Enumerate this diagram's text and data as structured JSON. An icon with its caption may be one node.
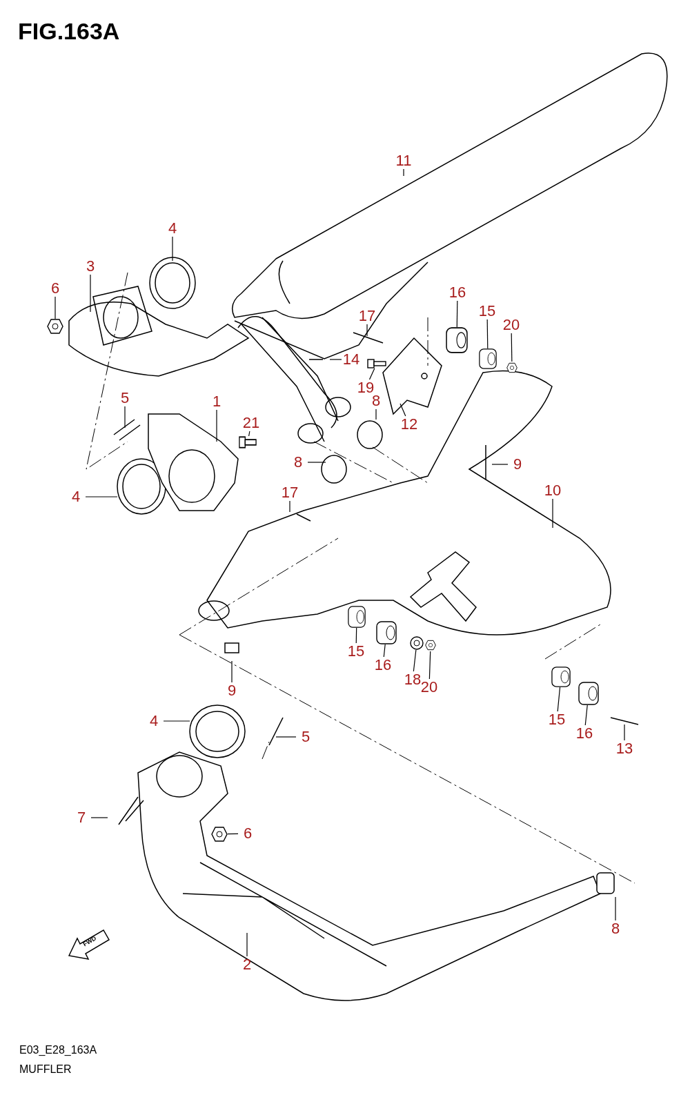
{
  "diagram": {
    "title": "FIG.163A",
    "nodes": [
      {
        "text": [
          "11"
        ]
      },
      {
        "text": [
          "4"
        ]
      },
      {
        "text": [
          "3"
        ]
      },
      {
        "text": [
          "6"
        ]
      },
      {
        "text": [
          "16"
        ]
      },
      {
        "text": [
          "15"
        ]
      },
      {
        "text": [
          "17"
        ]
      },
      {
        "text": [
          "20"
        ]
      },
      {
        "text": [
          "14"
        ]
      },
      {
        "text": [
          "19"
        ]
      },
      {
        "text": [
          "5"
        ]
      },
      {
        "text": [
          "1"
        ]
      },
      {
        "text": [
          "8"
        ]
      },
      {
        "text": [
          "12"
        ]
      },
      {
        "text": [
          "21"
        ]
      },
      {
        "text": [
          "9"
        ]
      },
      {
        "text": [
          "8"
        ]
      },
      {
        "text": [
          "4"
        ]
      },
      {
        "text": [
          "17"
        ]
      },
      {
        "text": [
          "10"
        ]
      },
      {
        "text": [
          "15"
        ]
      },
      {
        "text": [
          "16"
        ]
      },
      {
        "text": [
          "18"
        ]
      },
      {
        "text": [
          "20"
        ]
      },
      {
        "text": [
          "9"
        ]
      },
      {
        "text": [
          "4"
        ]
      },
      {
        "text": [
          "5"
        ]
      },
      {
        "text": [
          "15"
        ]
      },
      {
        "text": [
          "16"
        ]
      },
      {
        "text": [
          "13"
        ]
      },
      {
        "text": [
          "7"
        ]
      },
      {
        "text": [
          "6"
        ]
      },
      {
        "text": [
          "8"
        ]
      },
      {
        "text": [
          "2"
        ]
      },
      {
        "text": [],
        "shape": "picture"
      },
      {
        "text": [],
        "shape": "picture"
      },
      {
        "text": [],
        "shape": "picture"
      },
      {
        "text": [],
        "shape": "picture"
      },
      {
        "text": [],
        "shape": "picture"
      },
      {
        "text": [],
        "shape": "picture"
      },
      {
        "text": [],
        "shape": "picture"
      },
      {
        "text": [],
        "shape": "picture"
      },
      {
        "text": [],
        "shape": "picture"
      },
      {
        "text": [],
        "shape": "picture"
      },
      {
        "text": [],
        "shape": "picture"
      },
      {
        "text": [],
        "shape": "picture"
      },
      {
        "text": [],
        "shape": "picture"
      }
    ],
    "edges": [
      {
        "from": 0,
        "to": null,
        "arrow": "none"
      },
      {
        "from": 1,
        "to": null,
        "arrow": "none"
      },
      {
        "from": 2,
        "to": null,
        "arrow": "none"
      },
      {
        "from": 3,
        "to": 34,
        "arrow": "none"
      },
      {
        "from": 4,
        "to": 35,
        "arrow": "none"
      },
      {
        "from": 5,
        "to": 36,
        "arrow": "none"
      },
      {
        "from": 6,
        "to": null,
        "arrow": "none"
      },
      {
        "from": 7,
        "to": 37,
        "arrow": "none"
      },
      {
        "from": 8,
        "to": null,
        "arrow": "none"
      },
      {
        "from": 9,
        "to": 38,
        "arrow": "none"
      },
      {
        "from": 10,
        "to": null,
        "arrow": "none"
      },
      {
        "from": 11,
        "to": null,
        "arrow": "none"
      },
      {
        "from": 12,
        "to": null,
        "arrow": "none"
      },
      {
        "from": 13,
        "to": null,
        "arrow": "none"
      },
      {
        "from": 14,
        "to": 39,
        "arrow": "none"
      },
      {
        "from": 15,
        "to": null,
        "arrow": "none"
      },
      {
        "from": 16,
        "to": null,
        "arrow": "none"
      },
      {
        "from": 17,
        "to": null,
        "arrow": "none"
      },
      {
        "from": 18,
        "to": null,
        "arrow": "none"
      },
      {
        "from": 19,
        "to": null,
        "arrow": "none"
      },
      {
        "from": 20,
        "to": 40,
        "arrow": "none"
      },
      {
        "from": 21,
        "to": 41,
        "arrow": "none"
      },
      {
        "from": 22,
        "to": 42,
        "arrow": "none"
      },
      {
        "from": 23,
        "to": 43,
        "arrow": "none"
      },
      {
        "from": 24,
        "to": null,
        "arrow": "none"
      },
      {
        "from": 25,
        "to": null,
        "arrow": "none"
      },
      {
        "from": 26,
        "to": null,
        "arrow": "none"
      },
      {
        "from": 27,
        "to": 44,
        "arrow": "none"
      },
      {
        "from": 28,
        "to": 45,
        "arrow": "none"
      },
      {
        "from": 29,
        "to": null,
        "arrow": "none"
      },
      {
        "from": 30,
        "to": null,
        "arrow": "none"
      },
      {
        "from": 31,
        "to": 46,
        "arrow": "none"
      },
      {
        "from": 32,
        "to": null,
        "arrow": "none"
      },
      {
        "from": 33,
        "to": null,
        "arrow": "none"
      }
    ],
    "labels": [
      "FWD",
      "E03_E28_163A",
      "MUFFLER"
    ]
  }
}
